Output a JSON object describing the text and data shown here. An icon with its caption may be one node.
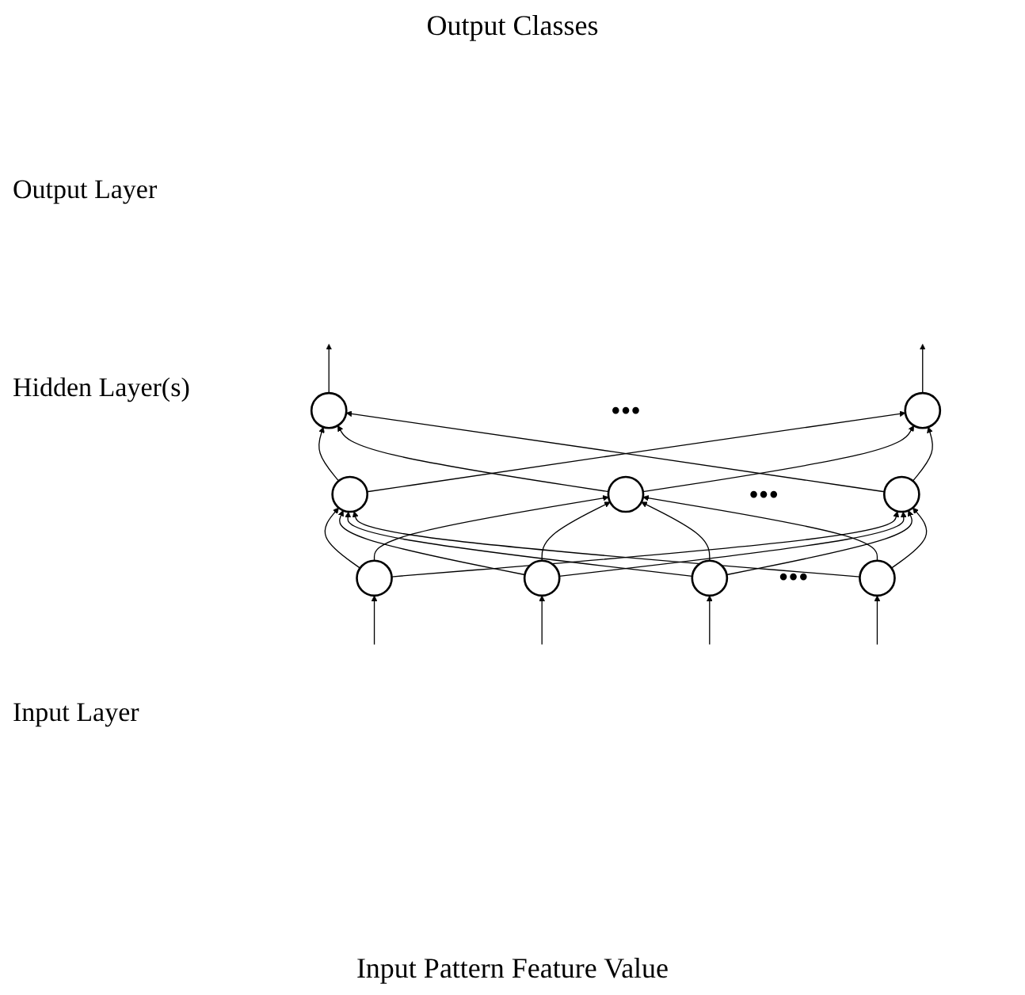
{
  "diagram": {
    "nodes": [
      {
        "text": [],
        "shape": "circle"
      },
      {
        "text": [],
        "shape": "circle"
      },
      {
        "text": [],
        "shape": "circle"
      },
      {
        "text": [],
        "shape": "circle"
      },
      {
        "text": [],
        "shape": "circle"
      },
      {
        "text": [],
        "shape": "circle"
      },
      {
        "text": [],
        "shape": "circle"
      },
      {
        "text": [],
        "shape": "circle"
      },
      {
        "text": [],
        "shape": "circle"
      }
    ],
    "edges": [
      {
        "from": 0,
        "to": null,
        "arrow": "to"
      },
      {
        "from": 1,
        "to": null,
        "arrow": "to"
      },
      {
        "from": 2,
        "to": 0,
        "arrow": "to"
      },
      {
        "from": 2,
        "to": 1,
        "arrow": "to"
      },
      {
        "from": 3,
        "to": 0,
        "arrow": "to"
      },
      {
        "from": 3,
        "to": 1,
        "arrow": "to"
      },
      {
        "from": 4,
        "to": 0,
        "arrow": "to"
      },
      {
        "from": 4,
        "to": 1,
        "arrow": "to"
      },
      {
        "from": 5,
        "to": 2,
        "arrow": "to"
      },
      {
        "from": 5,
        "to": 3,
        "arrow": "to"
      },
      {
        "from": 5,
        "to": 4,
        "arrow": "to"
      },
      {
        "from": 6,
        "to": 2,
        "arrow": "to"
      },
      {
        "from": 6,
        "to": 3,
        "arrow": "to"
      },
      {
        "from": 6,
        "to": 4,
        "arrow": "to"
      },
      {
        "from": 7,
        "to": 2,
        "arrow": "to"
      },
      {
        "from": 7,
        "to": 3,
        "arrow": "to"
      },
      {
        "from": 7,
        "to": 4,
        "arrow": "to"
      },
      {
        "from": 8,
        "to": 2,
        "arrow": "to"
      },
      {
        "from": 8,
        "to": 3,
        "arrow": "to"
      },
      {
        "from": 8,
        "to": 4,
        "arrow": "to"
      },
      {
        "from": null,
        "to": 5,
        "arrow": "to"
      },
      {
        "from": null,
        "to": 6,
        "arrow": "to"
      },
      {
        "from": null,
        "to": 7,
        "arrow": "to"
      },
      {
        "from": null,
        "to": 8,
        "arrow": "to"
      }
    ],
    "labels": [
      "Output Classes",
      "Output Layer",
      "•••",
      "Hidden Layer(s)",
      "•••",
      "Input Layer",
      "•••",
      "Input Pattern Feature Value"
    ]
  }
}
